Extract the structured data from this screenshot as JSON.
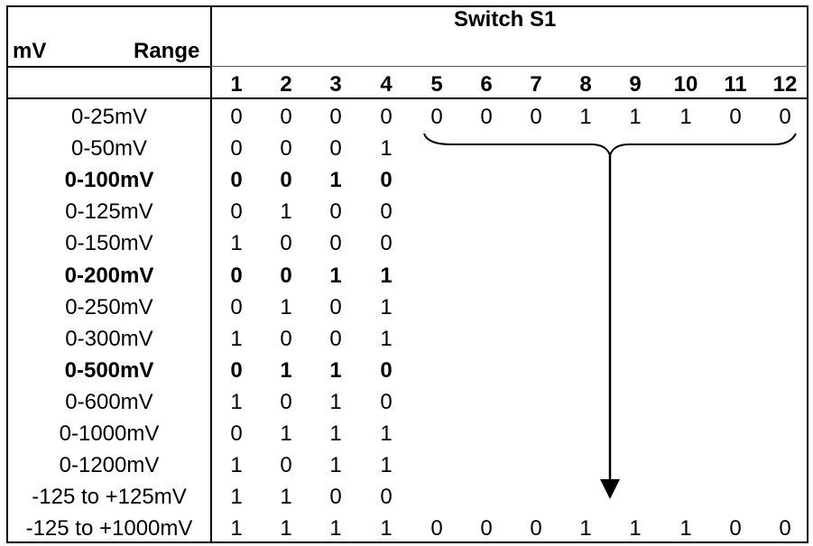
{
  "header": {
    "mv_label": "mV",
    "range_label": "Range",
    "switch_title": "Switch S1",
    "switch_numbers": [
      "1",
      "2",
      "3",
      "4",
      "5",
      "6",
      "7",
      "8",
      "9",
      "10",
      "11",
      "12"
    ]
  },
  "rows": [
    {
      "range": "0-25mV",
      "bold": false,
      "bits": [
        "0",
        "0",
        "0",
        "0"
      ]
    },
    {
      "range": "0-50mV",
      "bold": false,
      "bits": [
        "0",
        "0",
        "0",
        "1"
      ]
    },
    {
      "range": "0-100mV",
      "bold": true,
      "bits": [
        "0",
        "0",
        "1",
        "0"
      ]
    },
    {
      "range": "0-125mV",
      "bold": false,
      "bits": [
        "0",
        "1",
        "0",
        "0"
      ]
    },
    {
      "range": "0-150mV",
      "bold": false,
      "bits": [
        "1",
        "0",
        "0",
        "0"
      ]
    },
    {
      "range": "0-200mV",
      "bold": true,
      "bits": [
        "0",
        "0",
        "1",
        "1"
      ]
    },
    {
      "range": "0-250mV",
      "bold": false,
      "bits": [
        "0",
        "1",
        "0",
        "1"
      ]
    },
    {
      "range": "0-300mV",
      "bold": false,
      "bits": [
        "1",
        "0",
        "0",
        "1"
      ]
    },
    {
      "range": "0-500mV",
      "bold": true,
      "bits": [
        "0",
        "1",
        "1",
        "0"
      ]
    },
    {
      "range": "0-600mV",
      "bold": false,
      "bits": [
        "1",
        "0",
        "1",
        "0"
      ]
    },
    {
      "range": "0-1000mV",
      "bold": false,
      "bits": [
        "0",
        "1",
        "1",
        "1"
      ]
    },
    {
      "range": "0-1200mV",
      "bold": false,
      "bits": [
        "1",
        "0",
        "1",
        "1"
      ]
    },
    {
      "range": "-125 to +125mV",
      "bold": false,
      "bits": [
        "1",
        "1",
        "0",
        "0"
      ]
    },
    {
      "range": "-125 to +1000mV",
      "bold": false,
      "bits": [
        "1",
        "1",
        "1",
        "1"
      ]
    }
  ],
  "shared_bits_5_12": {
    "first_row": [
      "0",
      "0",
      "0",
      "1",
      "1",
      "1",
      "0",
      "0"
    ],
    "last_row": [
      "0",
      "0",
      "0",
      "1",
      "1",
      "1",
      "0",
      "0"
    ]
  }
}
